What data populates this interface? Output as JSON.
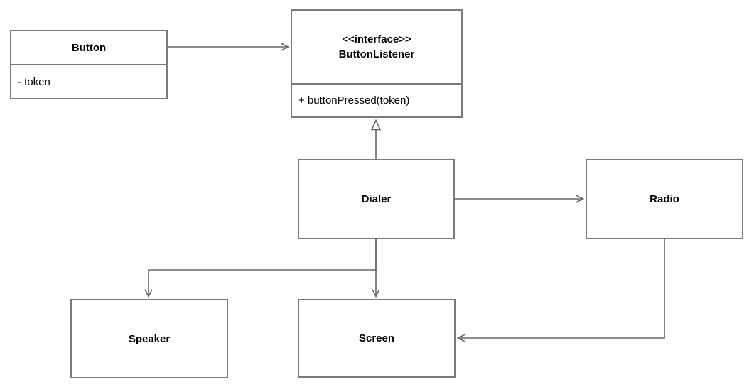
{
  "diagram": {
    "type": "uml-class-diagram",
    "colors": {
      "background": "#ffffff",
      "box_border": "#7b7b7b",
      "edge": "#666666",
      "text": "#000000"
    },
    "nodes": {
      "button": {
        "title": "Button",
        "attribute": "- token"
      },
      "button_listener": {
        "stereotype": "<<interface>>",
        "title": "ButtonListener",
        "method": "+ buttonPressed(token)"
      },
      "dialer": {
        "title": "Dialer"
      },
      "radio": {
        "title": "Radio"
      },
      "speaker": {
        "title": "Speaker"
      },
      "screen": {
        "title": "Screen"
      }
    },
    "relationships": [
      {
        "from": "Button",
        "to": "ButtonListener",
        "type": "association",
        "arrow": "open"
      },
      {
        "from": "Dialer",
        "to": "ButtonListener",
        "type": "realization",
        "arrow": "hollow-triangle"
      },
      {
        "from": "Dialer",
        "to": "Radio",
        "type": "association",
        "arrow": "open"
      },
      {
        "from": "Dialer",
        "to": "Speaker",
        "type": "association",
        "arrow": "open"
      },
      {
        "from": "Dialer",
        "to": "Screen",
        "type": "association",
        "arrow": "open"
      },
      {
        "from": "Radio",
        "to": "Screen",
        "type": "association",
        "arrow": "open"
      }
    ]
  }
}
